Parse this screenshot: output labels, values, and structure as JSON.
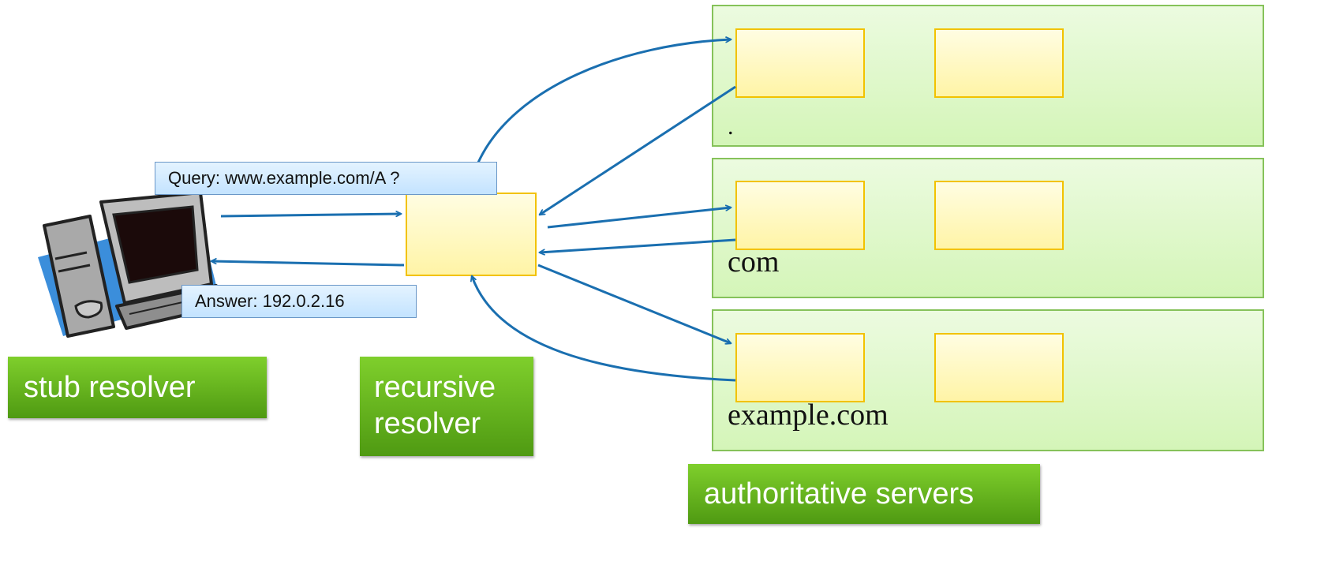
{
  "zones": [
    {
      "label": "."
    },
    {
      "label": "com"
    },
    {
      "label": "example.com"
    }
  ],
  "labels": {
    "stub": "stub resolver",
    "recursive": "recursive resolver",
    "authoritative": "authoritative servers"
  },
  "callouts": {
    "query": "Query: www.example.com/A ?",
    "answer": "Answer: 192.0.2.16"
  },
  "colors": {
    "arrow": "#1a6fb0",
    "zone_border": "#86c25a",
    "server_border": "#f2c200",
    "label_green": "#5aa81a"
  },
  "icons": {
    "client": "computer-icon"
  }
}
